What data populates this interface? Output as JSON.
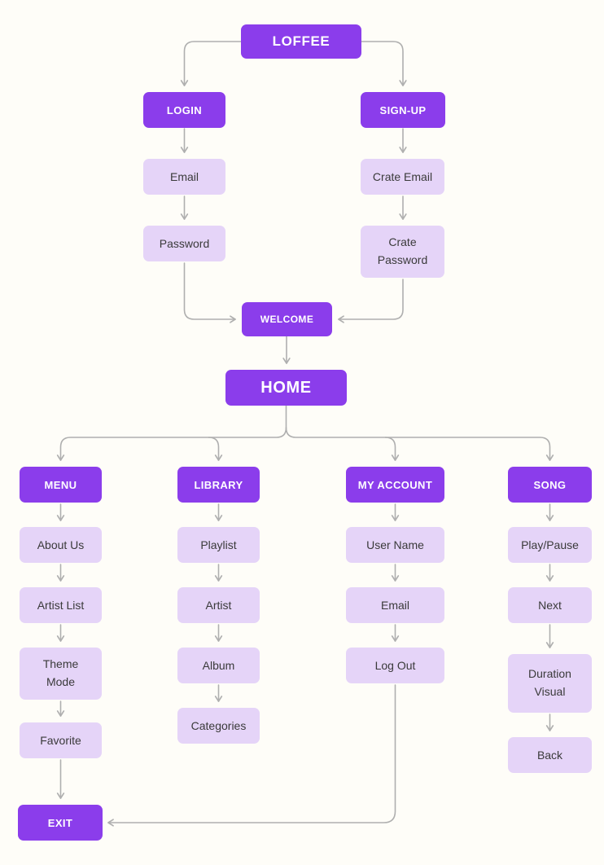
{
  "flowchart": {
    "root": {
      "label": "LOFFEE"
    },
    "auth": {
      "login": {
        "label": "LOGIN",
        "steps": [
          "Email",
          "Password"
        ]
      },
      "signup": {
        "label": "SIGN-UP",
        "steps": [
          "Crate Email",
          "Crate Password"
        ]
      }
    },
    "welcome": {
      "label": "WELCOME"
    },
    "home": {
      "label": "HOME"
    },
    "sections": {
      "menu": {
        "label": "MENU",
        "items": [
          "About Us",
          "Artist List",
          "Theme Mode",
          "Favorite"
        ]
      },
      "library": {
        "label": "LIBRARY",
        "items": [
          "Playlist",
          "Artist",
          "Album",
          "Categories"
        ]
      },
      "account": {
        "label": "MY ACCOUNT",
        "items": [
          "User Name",
          "Email",
          "Log Out"
        ]
      },
      "song": {
        "label": "SONG",
        "items": [
          "Play/Pause",
          "Next",
          "Duration Visual",
          "Back"
        ]
      }
    },
    "exit": {
      "label": "EXIT"
    },
    "colors": {
      "primary_purple": "#8B3DEB",
      "light_purple": "#E5D4F8",
      "connector_gray": "#AFAFAF",
      "canvas_background": "#FEFDF8",
      "secondary_text": "#3A3A3A"
    }
  }
}
